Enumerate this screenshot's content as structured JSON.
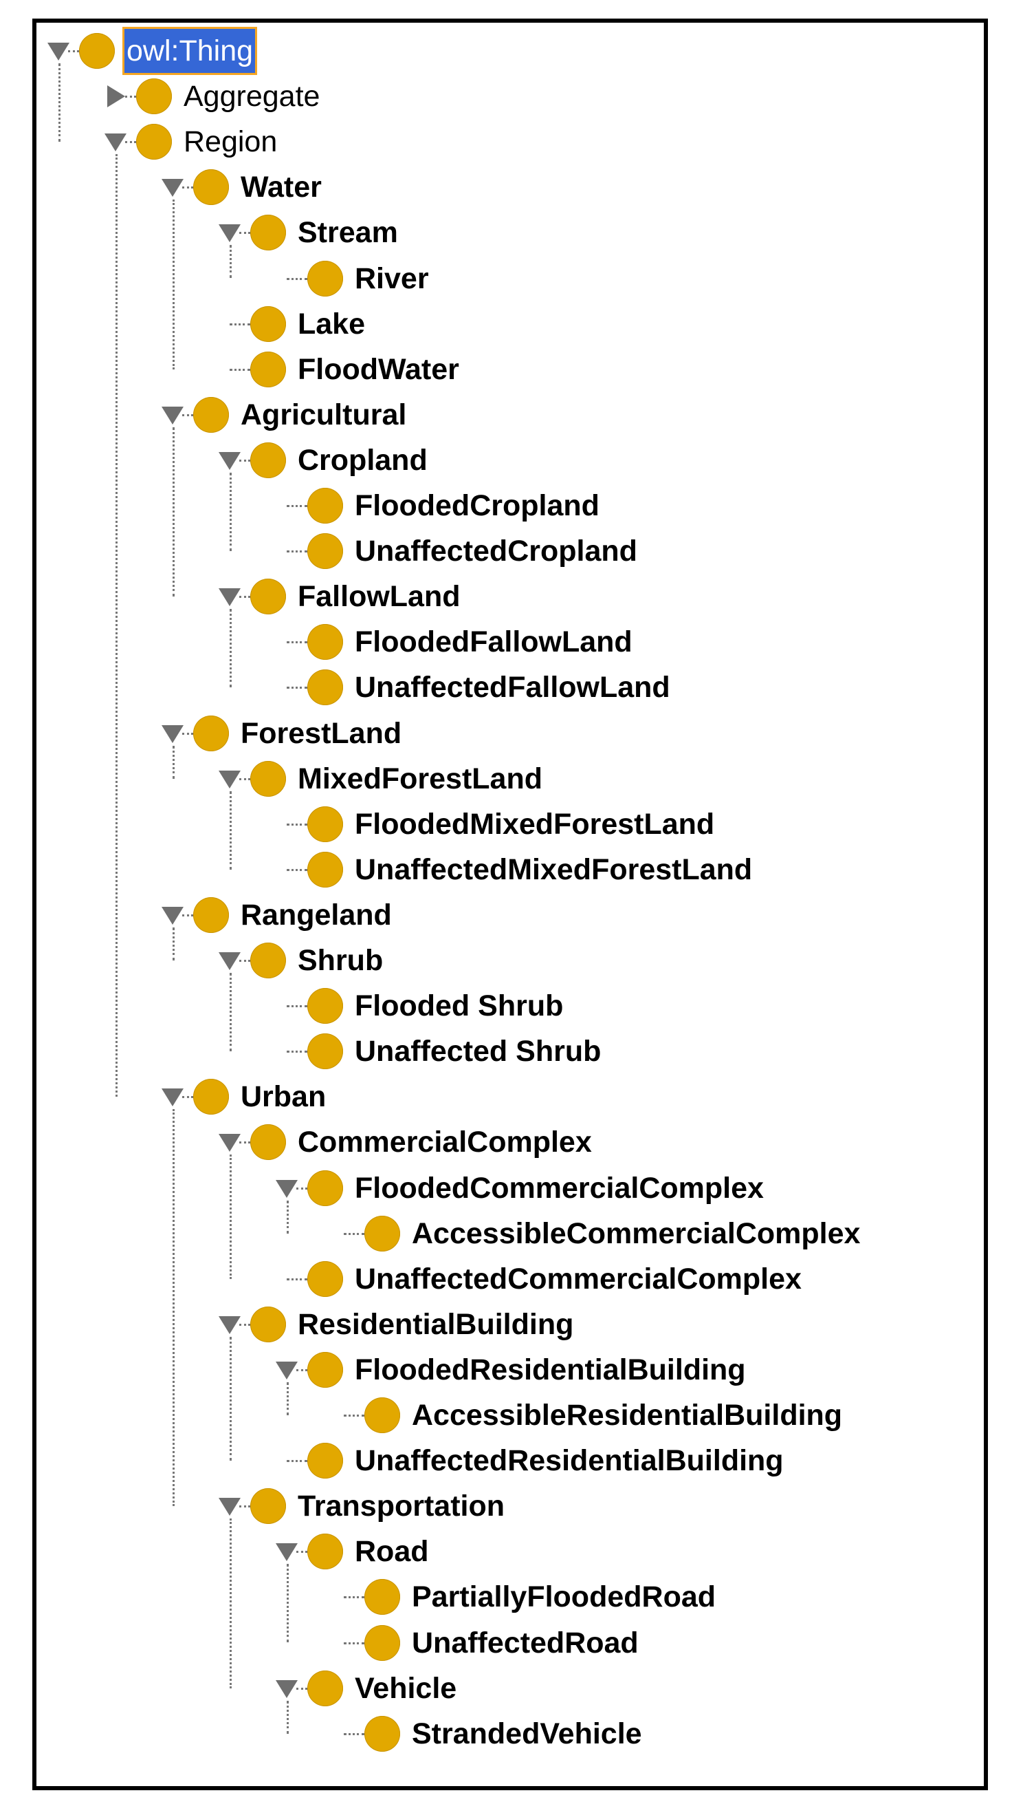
{
  "colors": {
    "class_dot": "#E2A800",
    "selection": "#3567d6",
    "selection_border": "#f5a623",
    "connector": "#777777"
  },
  "tree": [
    {
      "label": "owl:Thing",
      "depth": 0,
      "toggle": "expanded",
      "selected": true,
      "bold": false
    },
    {
      "label": "Aggregate",
      "depth": 1,
      "toggle": "collapsed",
      "bold": false
    },
    {
      "label": "Region",
      "depth": 1,
      "toggle": "expanded",
      "bold": false
    },
    {
      "label": "Water",
      "depth": 2,
      "toggle": "expanded",
      "bold": true
    },
    {
      "label": "Stream",
      "depth": 3,
      "toggle": "expanded",
      "bold": true
    },
    {
      "label": "River",
      "depth": 4,
      "toggle": "none",
      "bold": true
    },
    {
      "label": "Lake",
      "depth": 3,
      "toggle": "none",
      "bold": true
    },
    {
      "label": "FloodWater",
      "depth": 3,
      "toggle": "none",
      "bold": true
    },
    {
      "label": "Agricultural",
      "depth": 2,
      "toggle": "expanded",
      "bold": true
    },
    {
      "label": "Cropland",
      "depth": 3,
      "toggle": "expanded",
      "bold": true
    },
    {
      "label": "FloodedCropland",
      "depth": 4,
      "toggle": "none",
      "bold": true
    },
    {
      "label": "UnaffectedCropland",
      "depth": 4,
      "toggle": "none",
      "bold": true
    },
    {
      "label": "FallowLand",
      "depth": 3,
      "toggle": "expanded",
      "bold": true
    },
    {
      "label": "FloodedFallowLand",
      "depth": 4,
      "toggle": "none",
      "bold": true
    },
    {
      "label": "UnaffectedFallowLand",
      "depth": 4,
      "toggle": "none",
      "bold": true
    },
    {
      "label": "ForestLand",
      "depth": 2,
      "toggle": "expanded",
      "bold": true
    },
    {
      "label": "MixedForestLand",
      "depth": 3,
      "toggle": "expanded",
      "bold": true
    },
    {
      "label": "FloodedMixedForestLand",
      "depth": 4,
      "toggle": "none",
      "bold": true
    },
    {
      "label": "UnaffectedMixedForestLand",
      "depth": 4,
      "toggle": "none",
      "bold": true
    },
    {
      "label": "Rangeland",
      "depth": 2,
      "toggle": "expanded",
      "bold": true
    },
    {
      "label": "Shrub",
      "depth": 3,
      "toggle": "expanded",
      "bold": true
    },
    {
      "label": "Flooded Shrub",
      "depth": 4,
      "toggle": "none",
      "bold": true
    },
    {
      "label": "Unaffected Shrub",
      "depth": 4,
      "toggle": "none",
      "bold": true
    },
    {
      "label": "Urban",
      "depth": 2,
      "toggle": "expanded",
      "bold": true
    },
    {
      "label": "CommercialComplex",
      "depth": 3,
      "toggle": "expanded",
      "bold": true
    },
    {
      "label": "FloodedCommercialComplex",
      "depth": 4,
      "toggle": "expanded",
      "bold": true
    },
    {
      "label": "AccessibleCommercialComplex",
      "depth": 5,
      "toggle": "none",
      "bold": true
    },
    {
      "label": "UnaffectedCommercialComplex",
      "depth": 4,
      "toggle": "none",
      "bold": true
    },
    {
      "label": "ResidentialBuilding",
      "depth": 3,
      "toggle": "expanded",
      "bold": true
    },
    {
      "label": "FloodedResidentialBuilding",
      "depth": 4,
      "toggle": "expanded",
      "bold": true
    },
    {
      "label": "AccessibleResidentialBuilding",
      "depth": 5,
      "toggle": "none",
      "bold": true
    },
    {
      "label": "UnaffectedResidentialBuilding",
      "depth": 4,
      "toggle": "none",
      "bold": true
    },
    {
      "label": "Transportation",
      "depth": 3,
      "toggle": "expanded",
      "bold": true
    },
    {
      "label": "Road",
      "depth": 4,
      "toggle": "expanded",
      "bold": true
    },
    {
      "label": "PartiallyFloodedRoad",
      "depth": 5,
      "toggle": "none",
      "bold": true
    },
    {
      "label": "UnaffectedRoad",
      "depth": 5,
      "toggle": "none",
      "bold": true
    },
    {
      "label": "Vehicle",
      "depth": 4,
      "toggle": "expanded",
      "bold": true
    },
    {
      "label": "StrandedVehicle",
      "depth": 5,
      "toggle": "none",
      "bold": true
    }
  ]
}
